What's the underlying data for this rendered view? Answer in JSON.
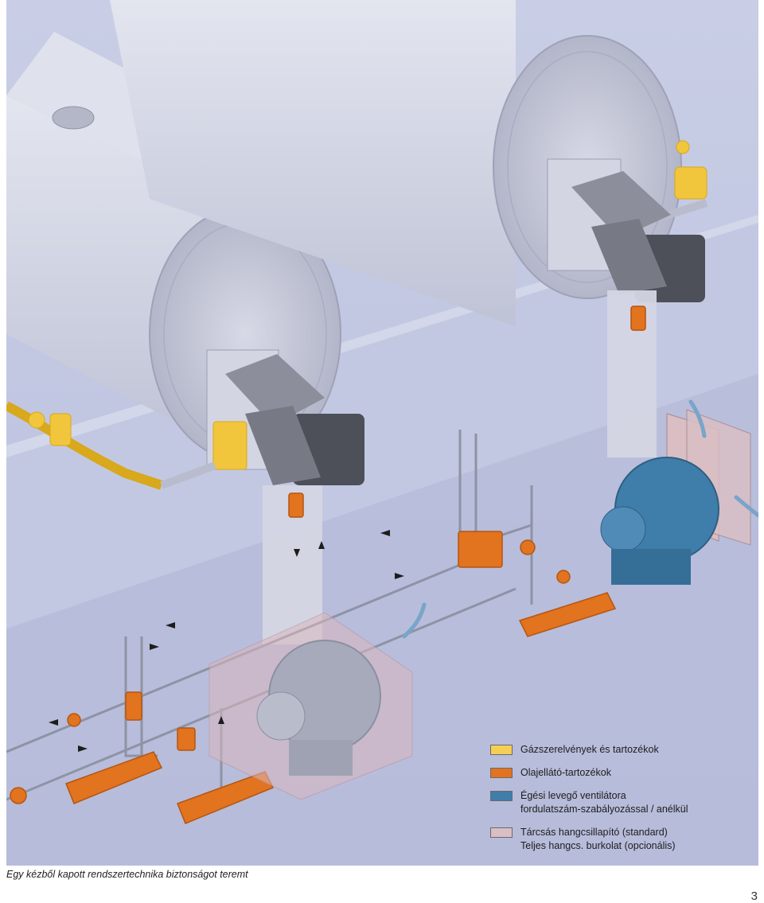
{
  "legend": {
    "items": [
      {
        "lines": [
          "Gázszerelvények és tartozékok"
        ],
        "color": "#f5cf55"
      },
      {
        "lines": [
          "Olajellátó-tartozékok"
        ],
        "color": "#e2731f"
      },
      {
        "lines": [
          "Égési levegő ventilátora",
          "fordulatszám-szabályozással / anélkül"
        ],
        "color": "#3f7daa"
      },
      {
        "lines": [
          "Tárcsás hangcsillapító (standard)",
          "Teljes hangcs. burkolat (opcionális)"
        ],
        "color": "#d9bfc4"
      }
    ]
  },
  "caption": "Egy kézből kapott rendszertechnika biztonságot teremt",
  "page_number": "3"
}
